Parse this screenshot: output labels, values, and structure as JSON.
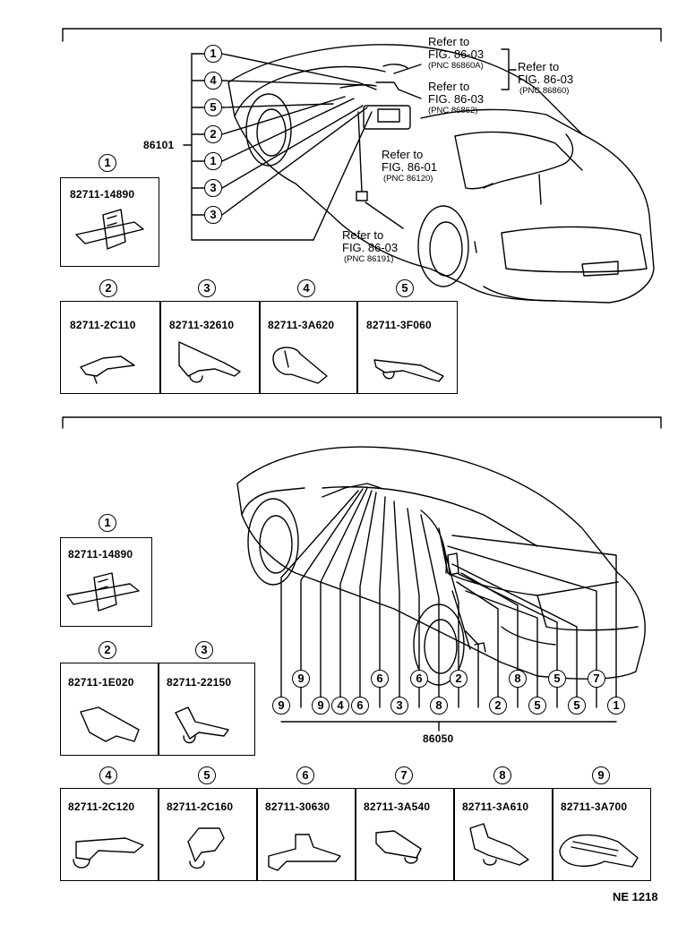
{
  "page_code": "NE 1218",
  "top": {
    "assembly_pnc": "86101",
    "refs": [
      {
        "line1": "Refer to",
        "line2": "FIG. 86-03",
        "pnc": "(PNC 86860A)"
      },
      {
        "line1": "Refer to",
        "line2": "FIG. 86-03",
        "pnc": "(PNC 86862)"
      },
      {
        "line1": "Refer to",
        "line2": "FIG. 86-03",
        "pnc": "(PNC 86860)"
      },
      {
        "line1": "Refer to",
        "line2": "FIG. 86-01",
        "pnc": "(PNC 86120)"
      },
      {
        "line1": "Refer to",
        "line2": "FIG. 86-03",
        "pnc": "(PNC 86191)"
      }
    ],
    "callouts": [
      "1",
      "4",
      "5",
      "2",
      "1",
      "3",
      "3"
    ],
    "parts": [
      {
        "num": "1",
        "pn": "82711-14890"
      },
      {
        "num": "2",
        "pn": "82711-2C110"
      },
      {
        "num": "3",
        "pn": "82711-32610"
      },
      {
        "num": "4",
        "pn": "82711-3A620"
      },
      {
        "num": "5",
        "pn": "82711-3F060"
      }
    ]
  },
  "bottom": {
    "assembly_pnc": "86050",
    "callouts_bottom": [
      "9",
      "9",
      "4",
      "6",
      "3",
      "8",
      "2",
      "8",
      "5",
      "5",
      "1"
    ],
    "callouts_top": [
      "9",
      "6",
      "6",
      "2",
      "5",
      "7"
    ],
    "parts": [
      {
        "num": "1",
        "pn": "82711-14890"
      },
      {
        "num": "2",
        "pn": "82711-1E020"
      },
      {
        "num": "3",
        "pn": "82711-22150"
      },
      {
        "num": "4",
        "pn": "82711-2C120"
      },
      {
        "num": "5",
        "pn": "82711-2C160"
      },
      {
        "num": "6",
        "pn": "82711-30630"
      },
      {
        "num": "7",
        "pn": "82711-3A540"
      },
      {
        "num": "8",
        "pn": "82711-3A610"
      },
      {
        "num": "9",
        "pn": "82711-3A700"
      }
    ]
  }
}
